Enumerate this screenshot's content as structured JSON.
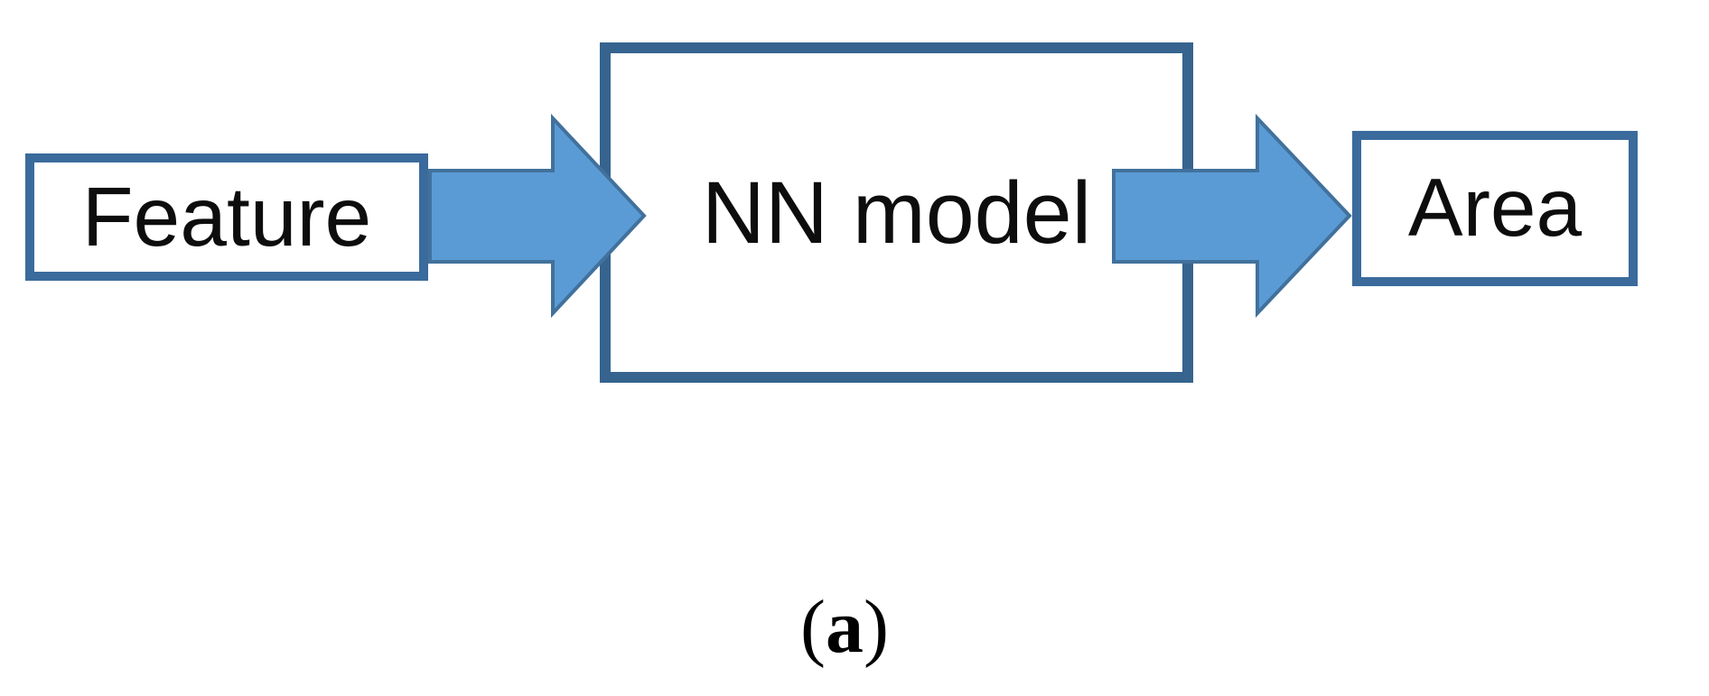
{
  "diagram": {
    "type": "flow",
    "nodes": [
      {
        "id": "feature",
        "label": "Feature"
      },
      {
        "id": "nn-model",
        "label": "NN model"
      },
      {
        "id": "area",
        "label": "Area"
      }
    ],
    "arrows": [
      {
        "from": "Feature",
        "to": "NN model",
        "direction": "right"
      },
      {
        "from": "NN model",
        "to": "Area",
        "direction": "right"
      }
    ],
    "colors": {
      "box_border": "#3a6b9c",
      "nn_box_border": "#36648f",
      "arrow_fill": "#5b9bd5",
      "arrow_outline": "#41719c",
      "text": "#0d0d0d",
      "background": "#ffffff"
    }
  },
  "caption": {
    "open": "(",
    "label": "a",
    "close": ")"
  }
}
